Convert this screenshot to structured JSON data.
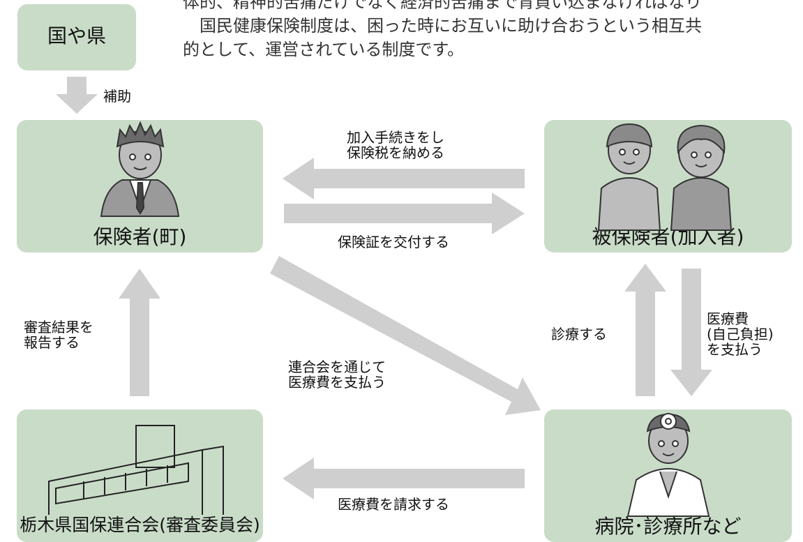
{
  "intro": {
    "line1": "体的、精神的苦痛だけでなく経済的苦痛まで背負い込まなければなり",
    "line2": "　国民健康保険制度は、困った時にお互いに助け合おうという相互共",
    "line3": "的として、運営されている制度です。"
  },
  "nodes": {
    "government": "国や県",
    "insurer": "保険者(町)",
    "insured": "被保険者(加入者)",
    "federation": "栃木県国保連合会(審査委員会)",
    "hospital": "病院･診療所など"
  },
  "flows": {
    "subsidy": "補助",
    "enroll_line1": "加入手続きをし",
    "enroll_line2": "保険税を納める",
    "card": "保険証を交付する",
    "report_line1": "審査結果を",
    "report_line2": "報告する",
    "pay_line1": "連合会を通じて",
    "pay_line2": "医療費を支払う",
    "treat": "診療する",
    "copay_line1": "医療費",
    "copay_line2": "(自己負担)",
    "copay_line3": "を支払う",
    "claim": "医療費を請求する"
  },
  "colors": {
    "box": "#c9dcc8",
    "arrow": "#cfcfcf"
  }
}
